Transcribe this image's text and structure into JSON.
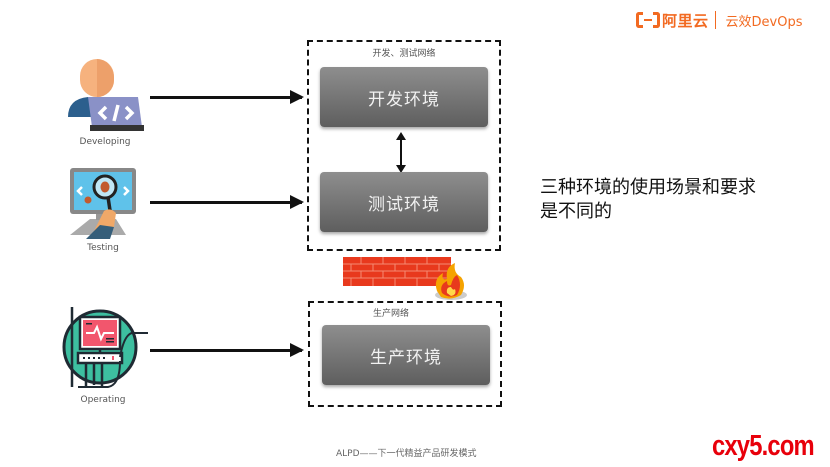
{
  "header": {
    "brand_name": "阿里云",
    "product_name": "云效DevOps",
    "accent_color": "#f26a21"
  },
  "roles": [
    {
      "label": "Developing",
      "icon": "developer-laptop-icon"
    },
    {
      "label": "Testing",
      "icon": "bug-magnifier-icon"
    },
    {
      "label": "Operating",
      "icon": "monitor-ops-icon"
    }
  ],
  "zones": {
    "dev_test": {
      "label": "开发、测试网络",
      "environments": [
        "开发环境",
        "测试环境"
      ]
    },
    "firewall": {
      "icon": "firewall-icon"
    },
    "production": {
      "label": "生产网络",
      "environments": [
        "生产环境"
      ]
    }
  },
  "statement": {
    "line1": "三种环境的使用场景和要求",
    "line2": "是不同的"
  },
  "footer": {
    "text": "ALPD——下一代精益产品研发模式",
    "watermark": "cxy5.com",
    "watermark_color": "#e8000b"
  }
}
